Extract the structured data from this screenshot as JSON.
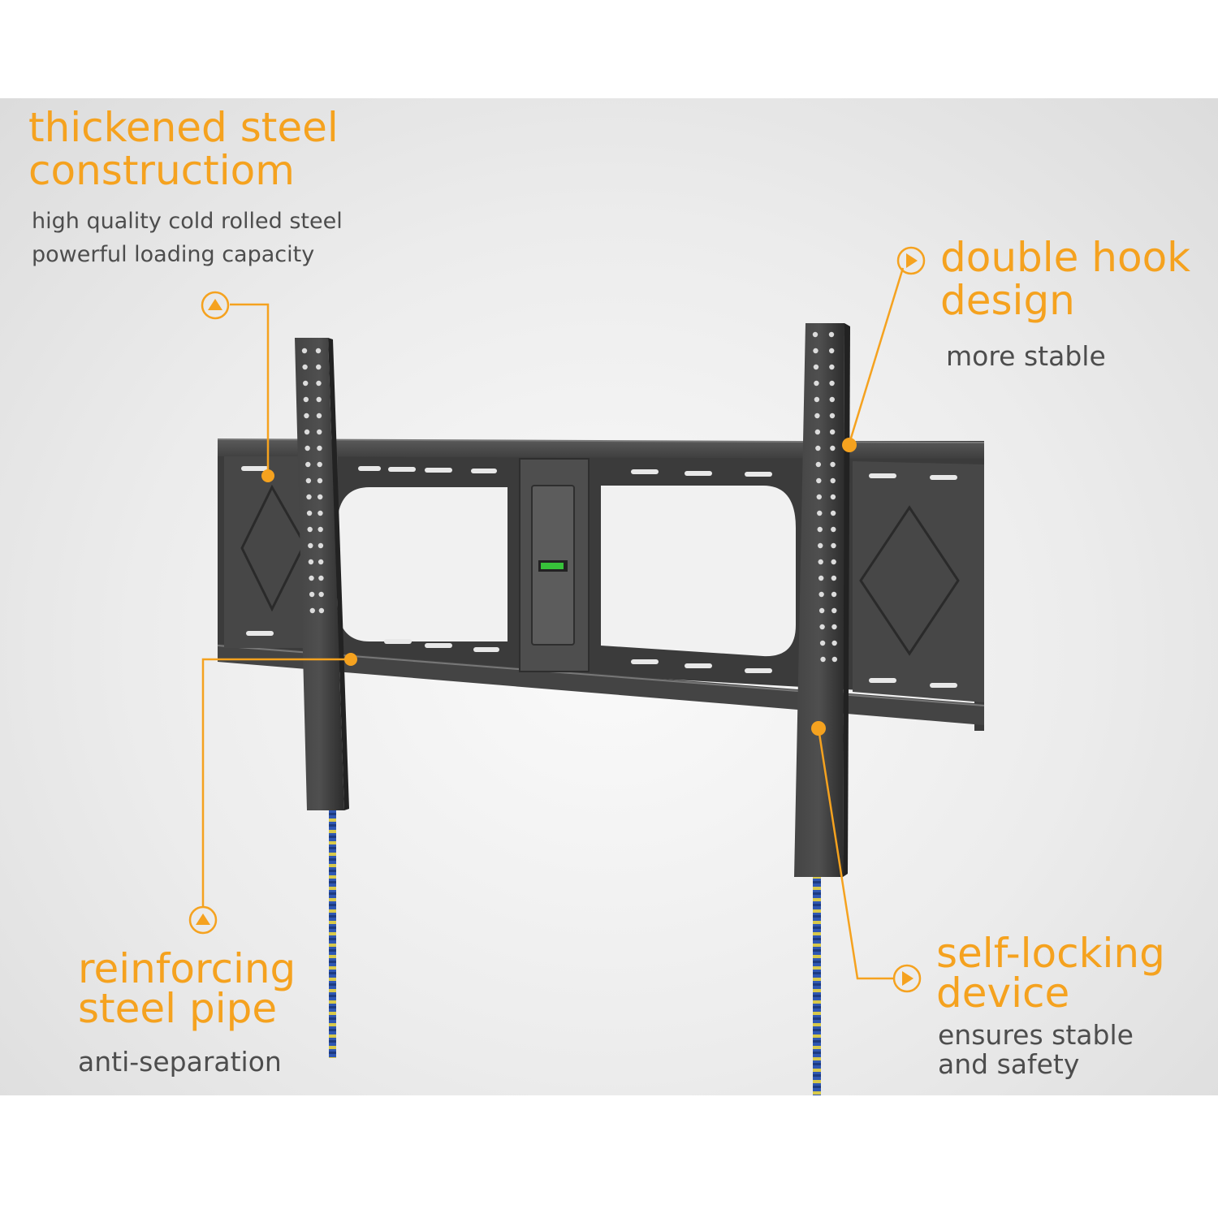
{
  "callouts": {
    "thickened": {
      "title_1": "thickened steel",
      "title_2": "constructiom",
      "desc_1": "high quality cold rolled steel",
      "desc_2": "powerful loading capacity"
    },
    "double_hook": {
      "title_1": "double hook",
      "title_2": "design",
      "desc_1": "more stable"
    },
    "reinforcing": {
      "title_1": "reinforcing",
      "title_2": "steel pipe",
      "desc_1": "anti-separation"
    },
    "self_locking": {
      "title_1": "self-locking",
      "title_2": "device",
      "desc_1": "ensures stable",
      "desc_2": "and safety"
    }
  },
  "colors": {
    "accent": "#f5a21f",
    "heading": "#f5a21f",
    "description": "#4d4d4d",
    "bracket": "#3a3a3a",
    "pull_cord": "#2f57b3"
  },
  "icons": [
    "callout-arrow-up-icon",
    "callout-arrow-right-icon",
    "callout-dot-icon"
  ]
}
